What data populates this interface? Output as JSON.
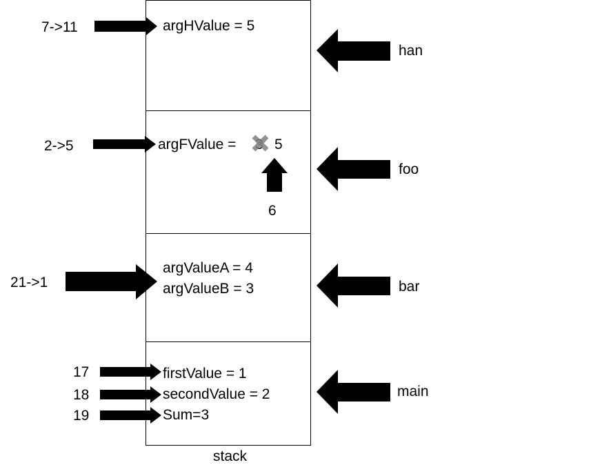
{
  "stack": {
    "caption": "stack",
    "frames": [
      {
        "name": "han",
        "values": [
          "argHValue = 5"
        ],
        "line_ref": "7->11"
      },
      {
        "name": "foo",
        "values": [
          "argFValue = ",
          "3",
          "5"
        ],
        "line_ref": "2->5",
        "note": "6"
      },
      {
        "name": "bar",
        "values": [
          "argValueA = 4",
          "argValueB = 3"
        ],
        "line_ref": "21->1"
      },
      {
        "name": "main",
        "values": [
          "firstValue = 1",
          "secondValue = 2",
          "Sum=3"
        ],
        "line_refs": [
          "17",
          "18",
          "19"
        ]
      }
    ]
  },
  "colors": {
    "arrow": "#000000",
    "crossout": "#7f7f7f"
  }
}
